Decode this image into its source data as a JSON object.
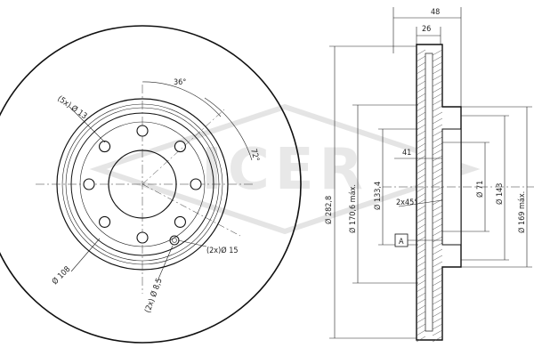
{
  "watermark": "ICER",
  "front_view": {
    "angle_36": "36°",
    "angle_72": "72°",
    "pcd_holes": "(5x) Ø 13",
    "pcd_108": "Ø 108",
    "hole_15": "(2x)Ø 15",
    "hole_8": "(2x) Ø 8,5"
  },
  "side_view": {
    "width_48": "48",
    "width_26": "26",
    "dia_282": "Ø 282,8",
    "dia_170": "Ø 170,6 máx.",
    "dia_133": "Ø 133,4",
    "chamfer": "2x45°",
    "dim_41": "41",
    "ref_a": "A",
    "dia_71": "Ø 71",
    "dia_143": "Ø 143",
    "dia_169": "Ø 169 máx."
  }
}
